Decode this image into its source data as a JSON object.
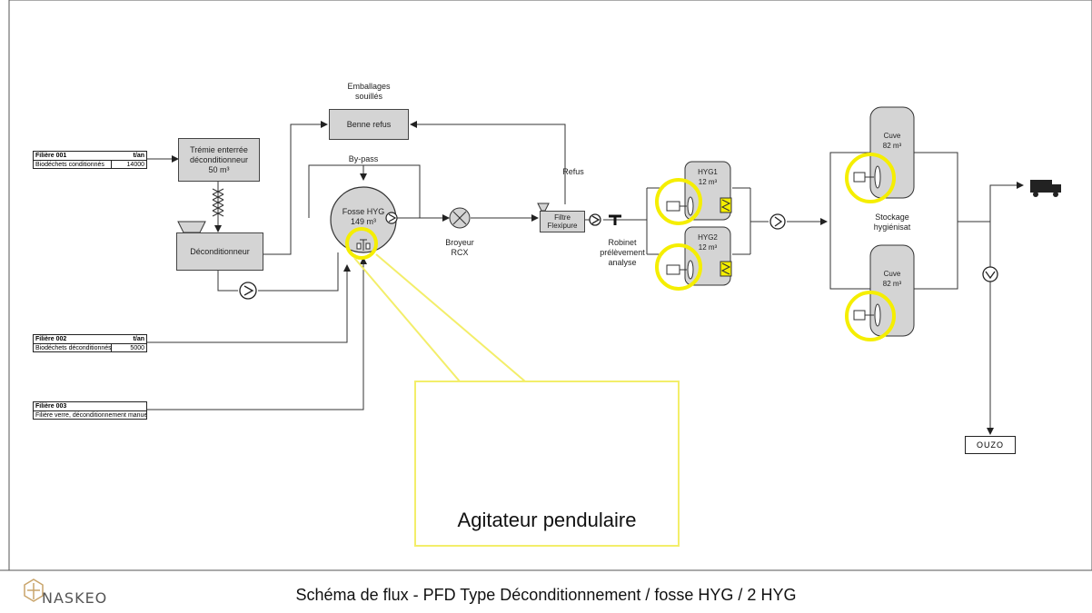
{
  "feeds": [
    {
      "name": "Filière 001",
      "unit": "t/an",
      "desc": "Biodéchets conditionnés",
      "value": "14000"
    },
    {
      "name": "Filière 002",
      "unit": "t/an",
      "desc": "Biodéchets déconditionnés",
      "value": "5000"
    },
    {
      "name": "Filière 003",
      "unit": "",
      "desc": "Filière verre, déconditionnement manuel",
      "value": ""
    }
  ],
  "tremie": {
    "line1": "Trémie enterrée",
    "line2": "déconditionneur",
    "line3": "50 m³"
  },
  "deconditionneur": "Déconditionneur",
  "emballages": {
    "line1": "Emballages",
    "line2": "souillés"
  },
  "benne": "Benne refus",
  "bypass": "By-pass",
  "fosse": {
    "line1": "Fosse HYG",
    "line2": "149 m³"
  },
  "broyeur": {
    "line1": "Broyeur",
    "line2": "RCX"
  },
  "refus": "Refus",
  "filtre": {
    "line1": "Filtre",
    "line2": "Flexipure"
  },
  "robinet": {
    "line1": "Robinet",
    "line2": "prélèvement",
    "line3": "analyse"
  },
  "hyg1": {
    "line1": "HYG1",
    "line2": "12 m³"
  },
  "hyg2": {
    "line1": "HYG2",
    "line2": "12 m³"
  },
  "cuve_top": {
    "line1": "Cuve",
    "line2": "82 m³"
  },
  "cuve_bottom": {
    "line1": "Cuve",
    "line2": "82 m³"
  },
  "stockage": {
    "line1": "Stockage",
    "line2": "hygiénisat"
  },
  "ouzo": "OUZO",
  "callout": "Agitateur pendulaire",
  "footer": {
    "logo": "NASKEO",
    "title": "Schéma de flux - PFD Type Déconditionnement / fosse HYG / 2 HYG"
  },
  "colors": {
    "highlight": "#f5ee00",
    "equipment": "#d4d4d4",
    "line": "#333333",
    "callout_border": "#f3ee6a"
  }
}
